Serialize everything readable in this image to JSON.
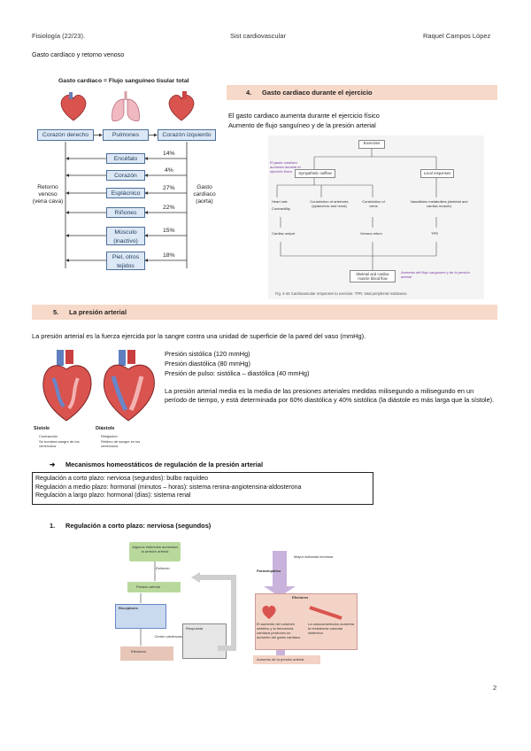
{
  "header": {
    "left": "Fisiología (22/23).",
    "center": "Sist cardiovascular",
    "right": "Raquel Campos López"
  },
  "section_gasto": {
    "title": "Gasto cardíaco y retorno venoso"
  },
  "figure_gasto": {
    "title": "Gasto cardíaco = Flujo sanguíneo tisular total",
    "corazon_derecho": "Corazón derecho",
    "pulmones": "Pulmones",
    "corazon_izquierdo": "Corazón izquierdo",
    "retorno_label": "Retorno venoso (vena cava)",
    "gasto_label": "Gasto cardíaco (aorta)",
    "organs": [
      {
        "label": "Encéfalo",
        "pct": "14%"
      },
      {
        "label": "Corazón",
        "pct": "4%"
      },
      {
        "label": "Esplácnico",
        "pct": "27%"
      },
      {
        "label": "Riñones",
        "pct": "22%"
      },
      {
        "label": "Músculo (inactivo)",
        "pct": "15%"
      },
      {
        "label": "Piel, otros tejidos",
        "pct": "18%"
      }
    ]
  },
  "section4": {
    "num": "4.",
    "title": "Gasto cardiaco durante el ejercicio",
    "line1": "El gasto cardiaco aumenta durante el ejercicio físico",
    "line2": "Aumento de flujo sanguíneo y de la presión arterial"
  },
  "exercise_diagram": {
    "top": "Exercise",
    "left_note": "El gasto cardíaco aumenta durante el ejercicio físico",
    "sympathetic": "Sympathetic outflow",
    "local": "Local responses",
    "heart_rate": "Heart rate",
    "contractility": "Contractility",
    "constriction_arterioles": "Constriction of arterioles (splanchnic and renal)",
    "constriction_veins": "Constriction of veins",
    "vasodilator": "Vasodilator metabolites (skeletal and cardiac muscle)",
    "cardiac_output": "Cardiac output",
    "venous_return": "Venous return",
    "tpr": "TPR",
    "skeletal_flow": "Skeletal and cardiac muscle blood flow",
    "right_note": "Aumento del flujo sanguíneo y de la presión arterial",
    "caption": "Fig. 4-34 Cardiovascular responses to exercise. TPR, total peripheral resistance."
  },
  "section5": {
    "num": "5.",
    "title": "La presión arterial",
    "intro": "La presión arterial es la fuerza ejercida por la sangre contra una unidad de superficie de la pared del vaso (mmHg).",
    "pas": "Presión sistólica (120 mmHg)",
    "pad": "Presión diastólica (80 mmHg)",
    "pp": "Presión de pulso: sistólica – diastólica (40 mmHg)",
    "pam": "La presión arterial media es la media de las presiones arteriales medidas milisegundo a milisegundo en un período de tiempo, y está determinada por 60% diastólica y 40% sistólica (la diástole es más larga que la sístole).",
    "sistole_label": "Sístole",
    "sistole_items": [
      "Contracción",
      "Se bombea sangre de los ventrículos"
    ],
    "diastole_label": "Diástole",
    "diastole_items": [
      "Relajación",
      "Relleno de sangre en los ventrículos"
    ]
  },
  "mecanismos": {
    "arrow": "➔",
    "title": "Mecanismos homeostáticos de regulación de la presión arterial",
    "lines": [
      "Regulación a corto plazo: nerviosa (segundos): bulbo raquídeo",
      "Regulación a medio plazo: hormonal (minutos – horas): sistema renina-angiotensina-aldosterona",
      "Regulación a largo plazo: hormonal (días): sistema renal"
    ]
  },
  "regulacion": {
    "num": "1.",
    "title": "Regulación a corto plazo: nerviosa (segundos)"
  },
  "bottom_left_diagram": {
    "stimulus": "Algunos estímulos aumentan la presión arterial",
    "estimulo": "Estímulo",
    "presion": "Presión arterial",
    "receptores": "Receptores",
    "centro": "Centro cardiovascular",
    "efectores": "Efectores",
    "respuesta": "Respuesta"
  },
  "bottom_right_diagram": {
    "top_note": "Mayor actividad nerviosa",
    "parasimpatico": "Parasimpático",
    "efectores": "Efectores",
    "left_effect": "El aumento del volumen sistólico y la frecuencia cardiaca producen un aumento del gasto cardiaco",
    "right_effect": "La vasoconstricción aumenta la resistencia vascular sistémica",
    "bottom": "Aumento de la presión arterial"
  },
  "page_number": "2",
  "colors": {
    "heading_bar": "#f7d9c9",
    "flow_box": "#dce8f5",
    "accent_purple": "#c9b3dc",
    "accent_green": "#b9d99c"
  }
}
